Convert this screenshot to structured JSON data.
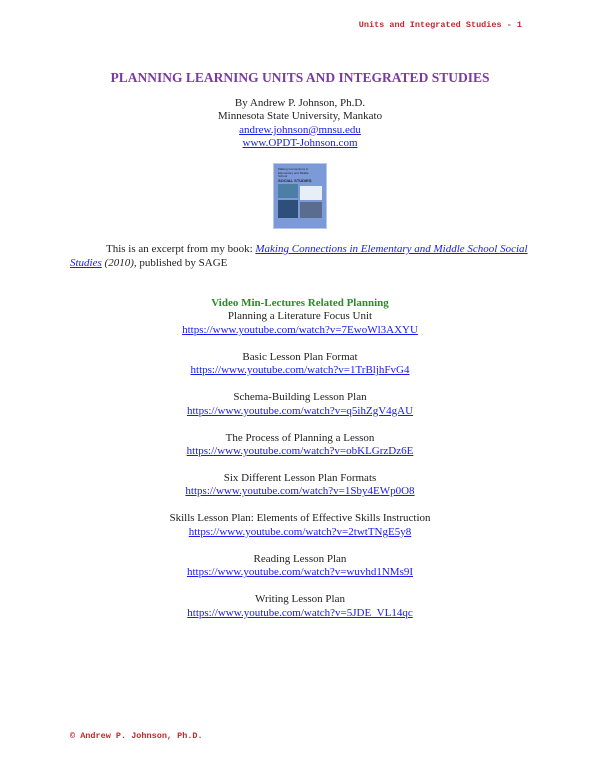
{
  "header": {
    "running_head": "Units and Integrated Studies - 1"
  },
  "title": "PLANNING LEARNING UNITS AND INTEGRATED STUDIES",
  "author": {
    "byline": "By Andrew P. Johnson, Ph.D.",
    "affiliation": "Minnesota State University, Mankato",
    "email": "andrew.johnson@mnsu.edu",
    "website": "www.OPDT-Johnson.com"
  },
  "cover_image": {
    "alt_text": "Making Connections in Elementary and Middle School SOCIAL STUDIES",
    "color": "#7d9ad8"
  },
  "intro": {
    "prefix": "This is an excerpt from my book:  ",
    "book_title": "Making Connections in Elementary and Middle School Social Studies",
    "year": " (2010)",
    "suffix": ", published by SAGE"
  },
  "videos": {
    "heading": "Video Min-Lectures Related Planning",
    "items": [
      {
        "title": "Planning a Literature Focus Unit",
        "url": "https://www.youtube.com/watch?v=7EwoWl3AXYU"
      },
      {
        "title": "Basic Lesson Plan Format",
        "url": "https://www.youtube.com/watch?v=1TrBljhFvG4"
      },
      {
        "title": "Schema-Building Lesson Plan",
        "url": "https://www.youtube.com/watch?v=q5ihZgV4gAU"
      },
      {
        "title": "The Process of Planning a Lesson",
        "url": "https://www.youtube.com/watch?v=obKLGrzDz6E"
      },
      {
        "title": "Six Different Lesson Plan Formats",
        "url": "https://www.youtube.com/watch?v=1Sby4EWp0O8"
      },
      {
        "title": "Skills Lesson Plan: Elements of Effective Skills Instruction",
        "url": "https://www.youtube.com/watch?v=2twtTNgE5y8"
      },
      {
        "title": "Reading Lesson Plan",
        "url": "https://www.youtube.com/watch?v=wuvhd1NMs9I"
      },
      {
        "title": "Writing Lesson Plan",
        "url": "https://www.youtube.com/watch?v=5JDE_VL14qc"
      }
    ]
  },
  "footer": {
    "copyright": "© Andrew P. Johnson, Ph.D."
  }
}
